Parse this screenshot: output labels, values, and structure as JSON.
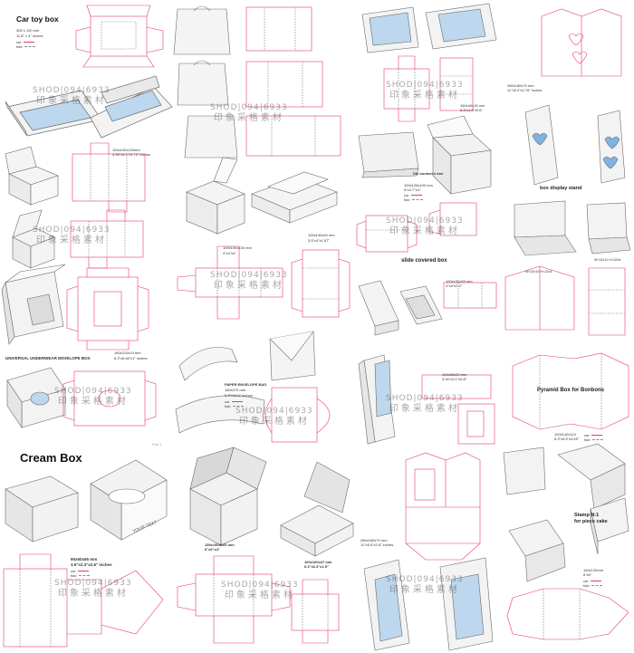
{
  "colors": {
    "cut": "#e43b6a",
    "fold": "#8a8aa0",
    "window": "#bcd7ee",
    "line": "#6b6b6b",
    "panel": "#f1f1f1"
  },
  "legend": {
    "cut": "cut",
    "fold": "fold"
  },
  "watermark": {
    "line1": "SHOD|094|6933",
    "line2": "印象采格素材"
  },
  "labels": {
    "car_toy_box": "Car toy box",
    "car_dims_mm": "300 x 100 mm",
    "car_dims_in": "11.8\" x 4\" inches",
    "cube_dims_mm": "100x100x120mm",
    "cube_dims_in": "3.95\"x4.1\"x3.73\" inches",
    "box_dims_mm": "100x100x100 mm",
    "box_dims_in": "4\"x4\"x4\"",
    "flat_dims_mm": "100x140x40 mm",
    "flat_dims_in": "3.5\"x4\"x1.57\"",
    "underwear_title": "UNIVERSAL UNDERWEAR ENVELOPE BOX",
    "underwear_dims_mm": "160x210x24 mm",
    "underwear_dims_in": "6.3\"x8.46\"x1\" inches",
    "paper_bag_title": "PAPER ENVELOPE BAG",
    "paper_bag_dims_mm": "160x270 mm",
    "paper_bag_dims_in": "6.3\"x10.6\" inches",
    "port": "Port 1",
    "cream_box": "Cream Box",
    "your_text": "YOUR TEXT",
    "cream_dims_mm": "90x60x65 mm",
    "cream_dims_in": "3.5\"x2.3\"x2.6\" inches",
    "mailer_dims_mm": "150x150x105 mm",
    "mailer_dims_in": "6\"x6\"x4\"",
    "tray_dims_mm": "160x160x37 mm",
    "tray_dims_in": "6.3\"x6.3\"x1.5\"",
    "bonbon_box": "Die bonbon's box",
    "bonbon_dims_mm": "100x125x100 mm",
    "bonbon_dims_in": "6\"x4.7\"x4\"",
    "slide_box": "slide covered box",
    "window_dims_mm": "160x40x15 mm",
    "window_dims_in": "6.3\"x1.5\"x0.6\"",
    "tall_dims_mm": "100x100x55 mm",
    "tall_dims_in": "4\"x4\"x2.2\"",
    "slide_dims_mm": "100x80x20 mm",
    "slide_dims_in": "3.94\"x3.1\"x0.8\"",
    "gable_dims_mm": "280x180x70 mm",
    "gable_dims_in": "11\"x5.4\"x2.76\" inches",
    "display_stand": "box display stand",
    "pyramid_box": "Pyramid Box for Bonbons",
    "pyramid_dims_mm": "100x140x113",
    "pyramid_dims_in": "6.3\"x5.5\"x4.45\"",
    "stand_dims_mm": "W:12x10 H:12x4",
    "stand_dims2_mm": "W:12x10 H:12x4",
    "stamp": "Stamp N:1",
    "cake": "for piece cake",
    "cake_dims_mm": "150x120mm",
    "cake_dims_in": "6\"x5\"",
    "window_tall_dims_mm": "280x180x70 mm",
    "window_tall_dims_in": "11\"x5.5\"x2.8\" inches"
  }
}
